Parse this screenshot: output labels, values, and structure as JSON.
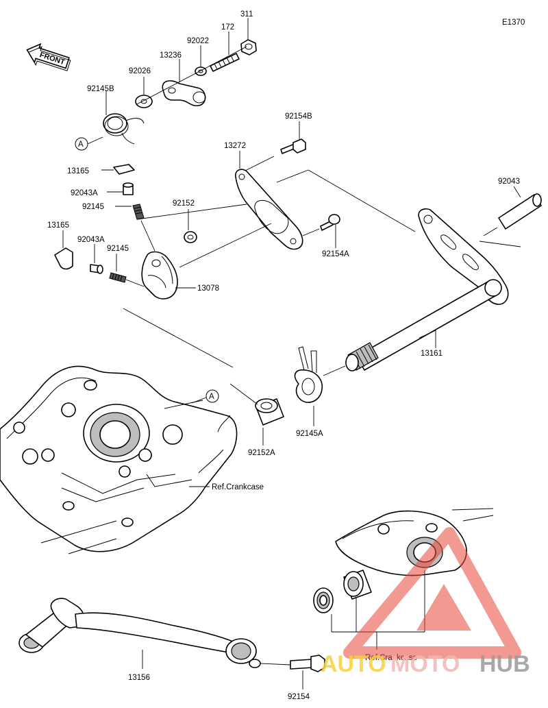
{
  "diagram_code": "E1370",
  "front_badge": "FRONT",
  "callout_letter": "A",
  "parts": {
    "p311": "311",
    "p172": "172",
    "p92022": "92022",
    "p13236": "13236",
    "p92026": "92026",
    "p92145B": "92145B",
    "p92154B": "92154B",
    "p13272": "13272",
    "p92043": "92043",
    "p13165a": "13165",
    "p92043Aa": "92043A",
    "p92145a": "92145",
    "p92152": "92152",
    "p13165b": "13165",
    "p92043Ab": "92043A",
    "p92145b": "92145",
    "p92154A": "92154A",
    "p13078": "13078",
    "p13161": "13161",
    "p92145A": "92145A",
    "p92152A": "92152A",
    "p13156": "13156",
    "p92154": "92154"
  },
  "refs": {
    "crankcase_mid": "Ref.Crankcase",
    "crankcase_low": "Ref.Crankcase"
  },
  "watermark": {
    "word_a": "AUTO",
    "word_b": "MOTO",
    "word_c": "HUB",
    "color_triangle": "#e8463a",
    "color_a": "#f6d23a",
    "color_b": "#f2b8b3",
    "color_c": "#9a9a9a"
  }
}
